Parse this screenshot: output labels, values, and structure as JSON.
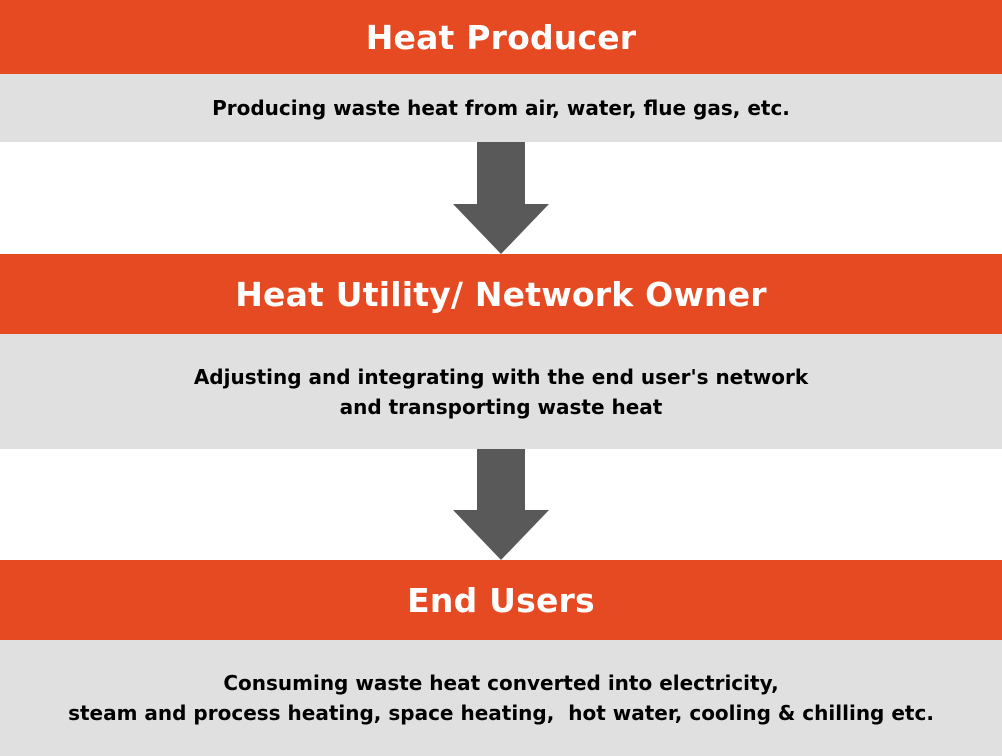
{
  "stages": [
    {
      "title": "Heat Producer",
      "lines": [
        "Producing waste heat from air, water, flue gas, etc."
      ]
    },
    {
      "title": "Heat Utility/ Network Owner",
      "lines": [
        "Adjusting and integrating with the end user's network",
        "and transporting waste heat"
      ]
    },
    {
      "title": "End Users",
      "lines": [
        "Consuming waste heat converted into electricity,",
        "steam and process heating, space heating,  hot water, cooling & chilling etc."
      ]
    }
  ],
  "colors": {
    "header_bg": "#e64a22",
    "desc_bg": "#e0e0e0",
    "arrow": "#595959"
  },
  "icons": [
    "down-arrow-icon",
    "down-arrow-icon"
  ]
}
